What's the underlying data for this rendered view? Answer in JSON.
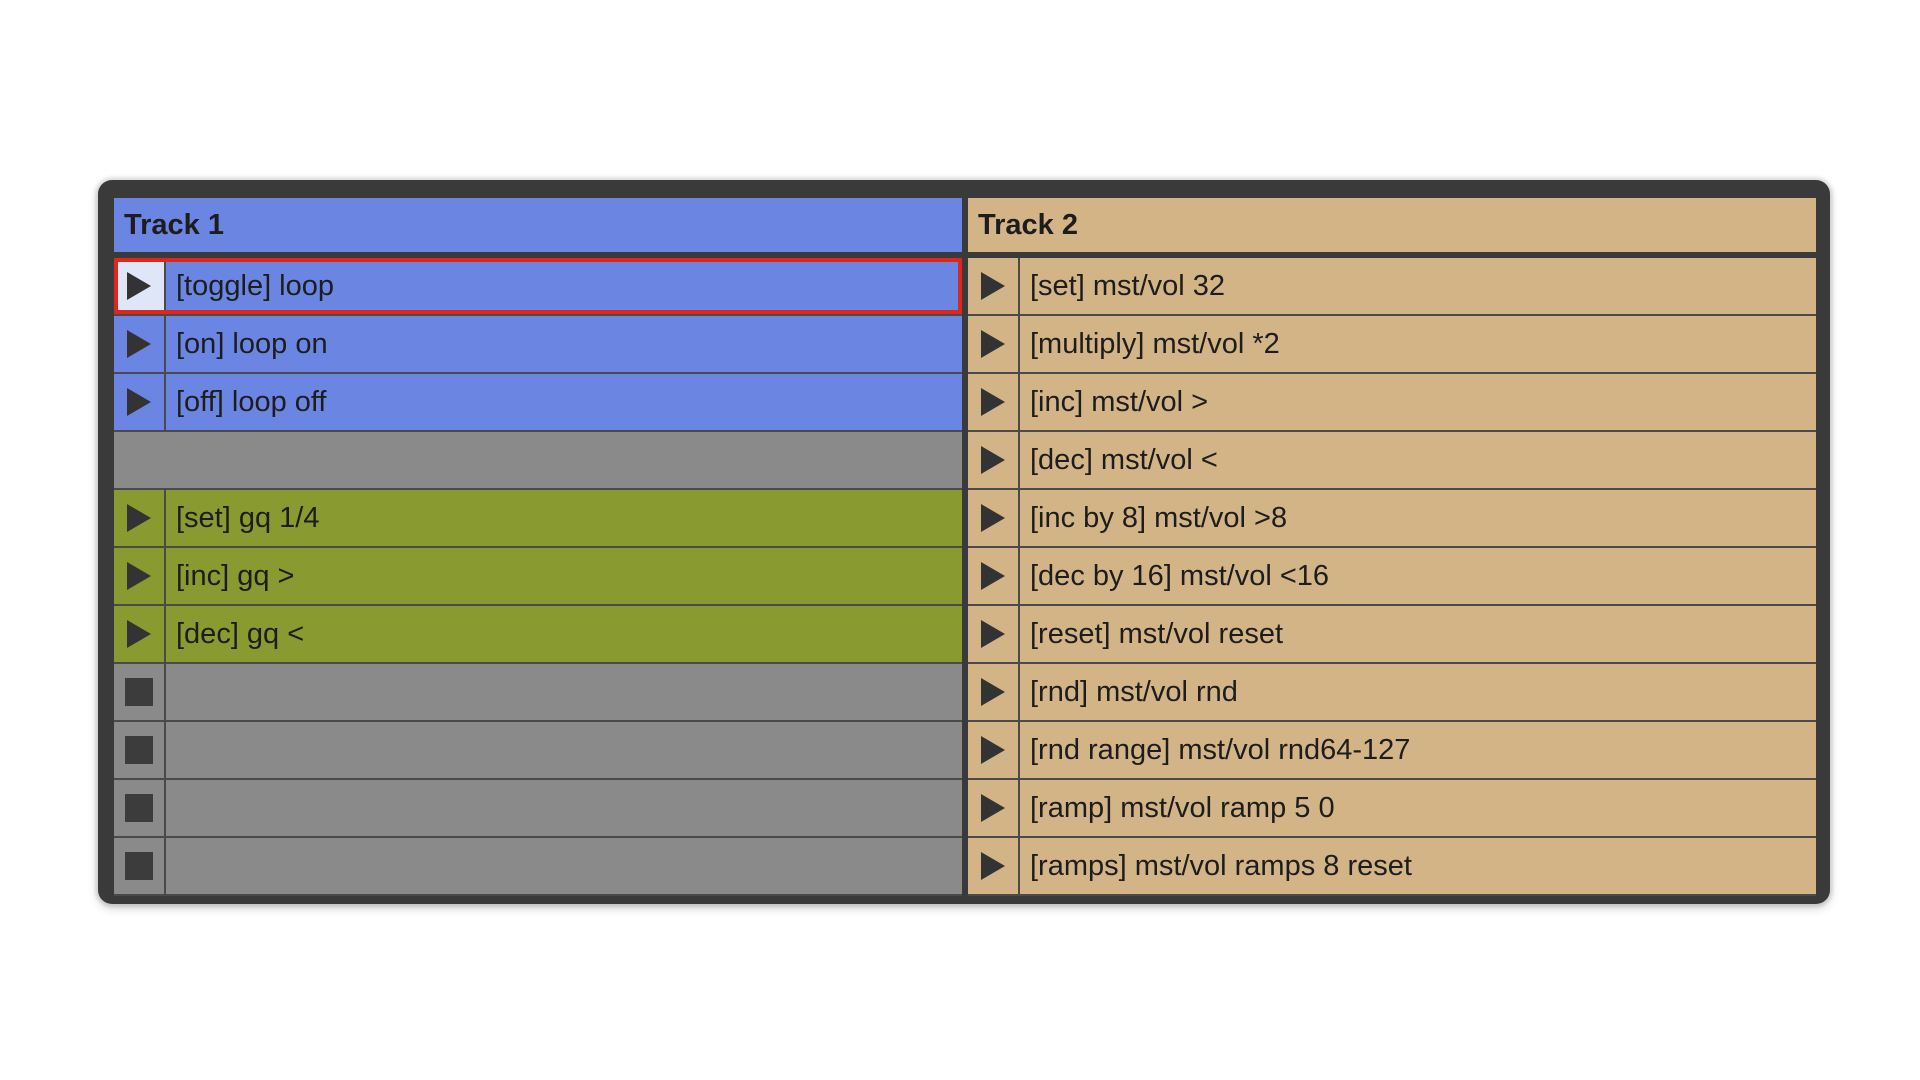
{
  "tracks": [
    {
      "name": "Track 1",
      "color": "#6a86e2",
      "slots": [
        {
          "clip": "[toggle] loop",
          "kind": "blue",
          "selected": true
        },
        {
          "clip": "[on] loop on",
          "kind": "blue"
        },
        {
          "clip": "[off] loop off",
          "kind": "blue"
        },
        {
          "clip": "",
          "kind": "empty",
          "button": "none"
        },
        {
          "clip": "[set] gq 1/4",
          "kind": "green"
        },
        {
          "clip": "[inc] gq >",
          "kind": "green"
        },
        {
          "clip": "[dec] gq <",
          "kind": "green"
        },
        {
          "clip": "",
          "kind": "empty",
          "button": "stop"
        },
        {
          "clip": "",
          "kind": "empty",
          "button": "stop"
        },
        {
          "clip": "",
          "kind": "empty",
          "button": "stop"
        },
        {
          "clip": "",
          "kind": "empty",
          "button": "stop"
        }
      ]
    },
    {
      "name": "Track 2",
      "color": "#d3b486",
      "slots": [
        {
          "clip": "[set] mst/vol 32",
          "kind": "tan"
        },
        {
          "clip": "[multiply] mst/vol *2",
          "kind": "tan"
        },
        {
          "clip": "[inc] mst/vol >",
          "kind": "tan"
        },
        {
          "clip": "[dec] mst/vol <",
          "kind": "tan"
        },
        {
          "clip": "[inc by 8] mst/vol >8",
          "kind": "tan"
        },
        {
          "clip": "[dec by 16] mst/vol <16",
          "kind": "tan"
        },
        {
          "clip": "[reset] mst/vol reset",
          "kind": "tan"
        },
        {
          "clip": "[rnd] mst/vol rnd",
          "kind": "tan"
        },
        {
          "clip": "[rnd range] mst/vol rnd64-127",
          "kind": "tan"
        },
        {
          "clip": "[ramp] mst/vol ramp 5 0",
          "kind": "tan"
        },
        {
          "clip": "[ramps] mst/vol ramps 8 reset",
          "kind": "tan"
        }
      ]
    }
  ],
  "icons": {
    "launch": "play-triangle-icon",
    "stop": "stop-square-icon"
  },
  "colors": {
    "selection": "#e0251c",
    "green_clip": "#899b30",
    "empty_slot": "#8a8a8a"
  }
}
